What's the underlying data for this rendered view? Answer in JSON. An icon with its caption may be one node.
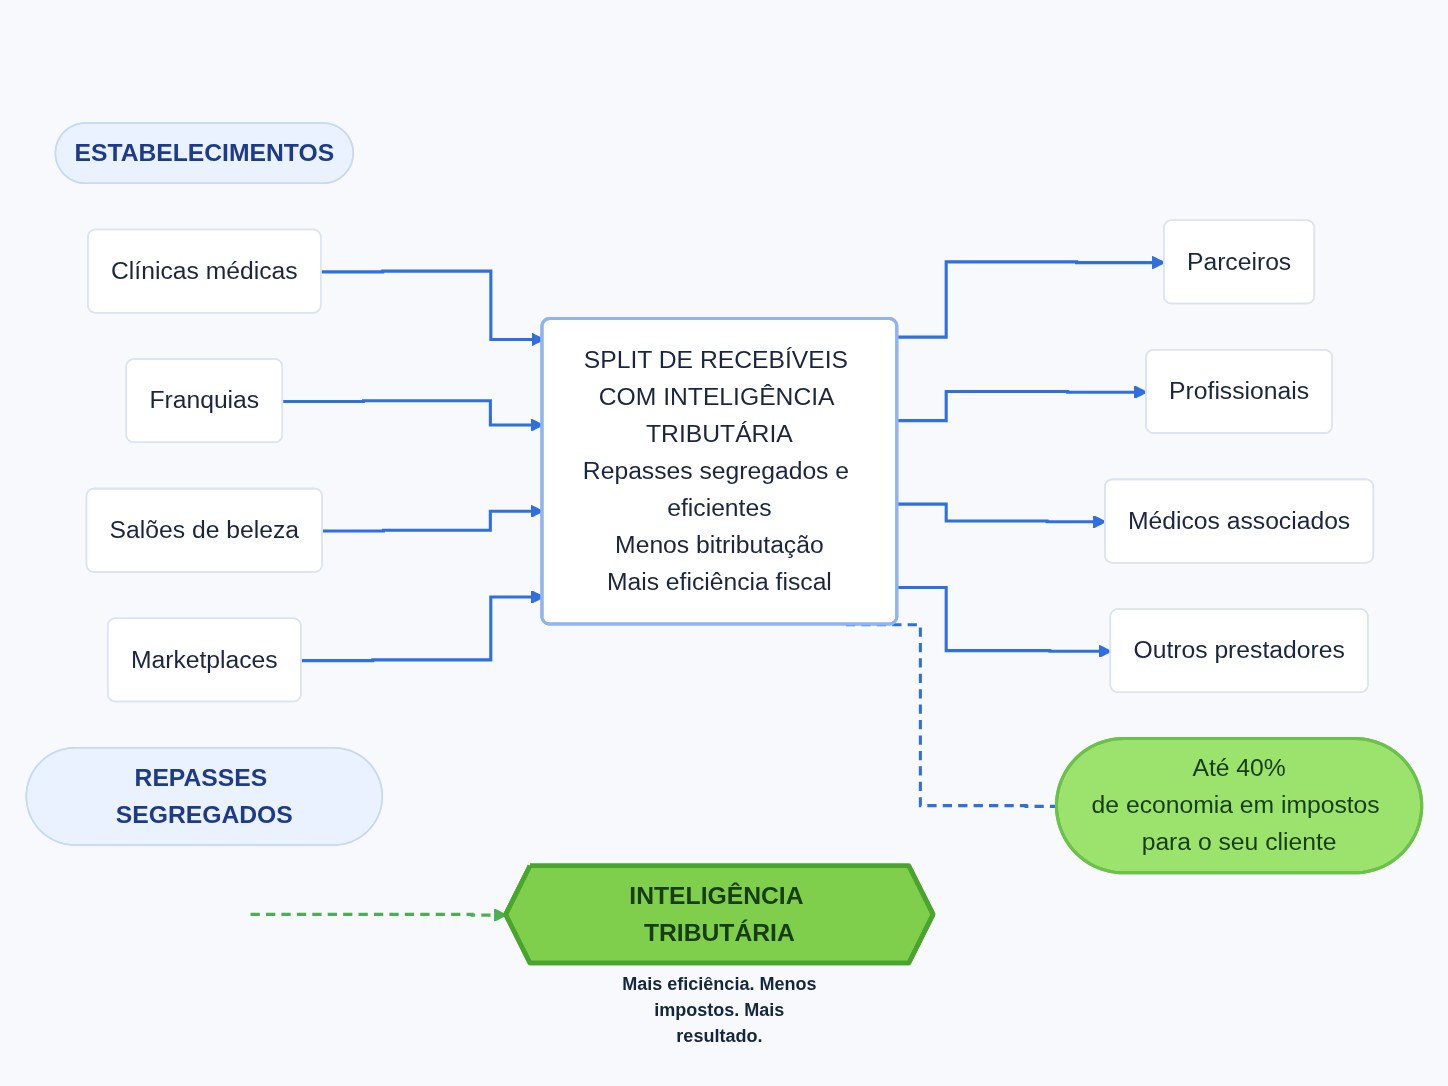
{
  "diagram": {
    "nodes": [
      {
        "text": [
          "ESTABELECIMENTOS"
        ]
      },
      {
        "text": [
          "Clínicas médicas"
        ]
      },
      {
        "text": [
          "Franquias"
        ]
      },
      {
        "text": [
          "Salões de beleza"
        ]
      },
      {
        "text": [
          "Marketplaces"
        ]
      },
      {
        "text": [
          "SPLIT DE RECEBÍVEIS COM INTELIGÊNCIA TRIBUTÁRIA",
          "Repasses segregados e eficientes",
          "Menos bitributação",
          "Mais eficiência fiscal"
        ]
      },
      {
        "text": [
          "REPASSES SEGREGADOS"
        ]
      },
      {
        "text": [
          "Parceiros"
        ]
      },
      {
        "text": [
          "Profissionais"
        ]
      },
      {
        "text": [
          "Médicos associados"
        ]
      },
      {
        "text": [
          "Outros prestadores"
        ]
      },
      {
        "text": [
          "INTELIGÊNCIA TRIBUTÁRIA"
        ],
        "beside": [
          "Mais eficiência. Menos impostos. Mais resultado."
        ]
      },
      {
        "text": [
          "Até 40%",
          "de economia em impostos para o seu cliente"
        ]
      }
    ],
    "edges": [
      {
        "from": 1,
        "to": 5,
        "arrow": "to"
      },
      {
        "from": 2,
        "to": 5,
        "arrow": "to"
      },
      {
        "from": 3,
        "to": 5,
        "arrow": "to"
      },
      {
        "from": 4,
        "to": 5,
        "arrow": "to"
      },
      {
        "from": 5,
        "to": 7,
        "arrow": "to"
      },
      {
        "from": 5,
        "to": 8,
        "arrow": "to"
      },
      {
        "from": 5,
        "to": 9,
        "arrow": "to"
      },
      {
        "from": 5,
        "to": 10,
        "arrow": "to"
      },
      {
        "from": null,
        "to": 11,
        "arrow": "to",
        "style": "dashed",
        "color": "#4caf50"
      },
      {
        "from": 5,
        "to": 12,
        "arrow": "none",
        "style": "dashed"
      }
    ]
  }
}
